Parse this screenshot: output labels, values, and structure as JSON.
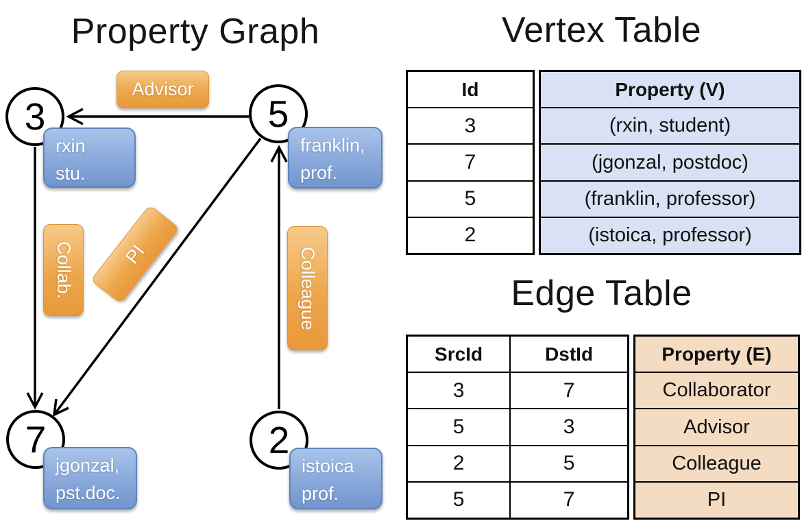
{
  "graph": {
    "title": "Property Graph",
    "nodes": [
      {
        "id": "3",
        "line1": "rxin",
        "line2": "stu."
      },
      {
        "id": "5",
        "line1": "franklin,",
        "line2": "prof."
      },
      {
        "id": "7",
        "line1": "jgonzal,",
        "line2": "pst.doc."
      },
      {
        "id": "2",
        "line1": "istoica",
        "line2": "prof."
      }
    ],
    "edge_labels": {
      "advisor": "Advisor",
      "collab": "Collab.",
      "pi": "PI",
      "colleague": "Colleague"
    }
  },
  "vertex_table": {
    "title": "Vertex Table",
    "columns": [
      "Id",
      "Property (V)"
    ],
    "rows": [
      [
        "3",
        "(rxin, student)"
      ],
      [
        "7",
        "(jgonzal, postdoc)"
      ],
      [
        "5",
        "(franklin, professor)"
      ],
      [
        "2",
        "(istoica, professor)"
      ]
    ]
  },
  "edge_table": {
    "title": "Edge Table",
    "columns": [
      "SrcId",
      "DstId",
      "Property (E)"
    ],
    "rows": [
      [
        "3",
        "7",
        "Collaborator"
      ],
      [
        "5",
        "3",
        "Advisor"
      ],
      [
        "2",
        "5",
        "Colleague"
      ],
      [
        "5",
        "7",
        "PI"
      ]
    ]
  },
  "colors": {
    "edge_label_orange": "#eda64b",
    "vertex_label_blue": "#8cabdc",
    "vertex_property_cell": "#d8e2f4",
    "edge_property_cell": "#f4dcc3",
    "line_black": "#000000",
    "background": "#ffffff"
  }
}
